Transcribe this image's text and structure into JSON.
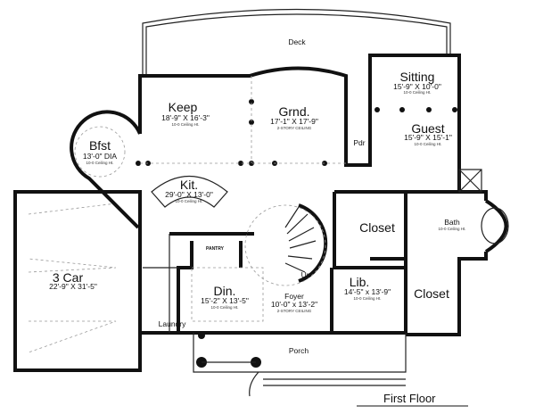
{
  "title": "First Floor",
  "rooms": {
    "deck": {
      "name": "Deck"
    },
    "keep": {
      "name": "Keep",
      "dims": "18'-9\" X 16'-3\"",
      "ceiling": "10-0 Ceiling Ht."
    },
    "grnd": {
      "name": "Grnd.",
      "dims": "17'-1\" X 17'-9\"",
      "ceiling": "2-STORY CEILING"
    },
    "bfst": {
      "name": "Bfst",
      "dims": "13'-0\" DIA",
      "ceiling": "10-0 Ceiling Ht."
    },
    "kit": {
      "name": "Kit.",
      "dims": "29'-0\" X 13'-0\"",
      "ceiling": "10-0 Ceiling Ht."
    },
    "sitting": {
      "name": "Sitting",
      "dims": "15'-9\" X 10'-0\"",
      "ceiling": "10-0 Ceiling Ht."
    },
    "guest": {
      "name": "Guest",
      "dims": "15'-9\" X 15'-1\"",
      "ceiling": "10-0 Ceiling Ht."
    },
    "pdr": {
      "name": "Pdr"
    },
    "closet1": {
      "name": "Closet"
    },
    "bath": {
      "name": "Bath",
      "ceiling": "10-0 Ceiling Ht."
    },
    "garage": {
      "name": "3 Car",
      "dims": "22'-9\" X 31'-5\""
    },
    "pantry": {
      "name": "PANTRY"
    },
    "din": {
      "name": "Din.",
      "dims": "15'-2\" X 13'-5\"",
      "ceiling": "10-0 Ceiling Ht."
    },
    "foyer": {
      "name": "Foyer",
      "dims": "10'-0\" x 13'-2\"",
      "ceiling": "2-STORY CEILING"
    },
    "stair": {
      "name": "Up"
    },
    "lib": {
      "name": "Lib.",
      "dims": "14'-5\" x 13'-9\"",
      "ceiling": "10-0 Ceiling Ht."
    },
    "closet2": {
      "name": "Closet"
    },
    "laundry": {
      "name": "Laundry"
    },
    "porch": {
      "name": "Porch"
    }
  }
}
